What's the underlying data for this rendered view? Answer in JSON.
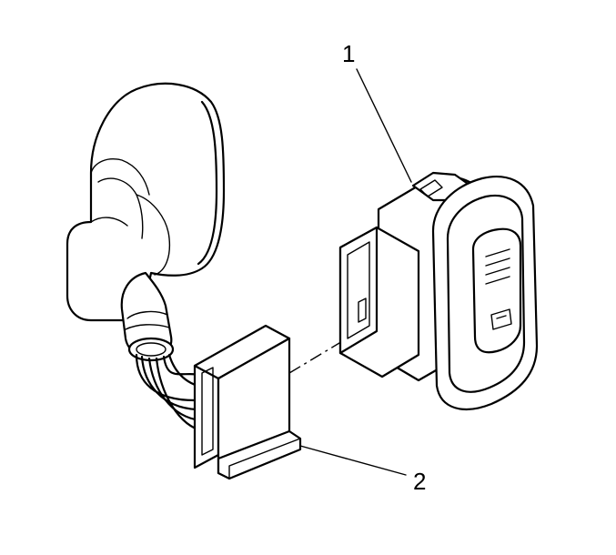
{
  "callouts": [
    {
      "label": "1",
      "part": "switch"
    },
    {
      "label": "2",
      "part": "connector"
    }
  ],
  "colors": {
    "ink": "#000000",
    "background": "#ffffff"
  }
}
